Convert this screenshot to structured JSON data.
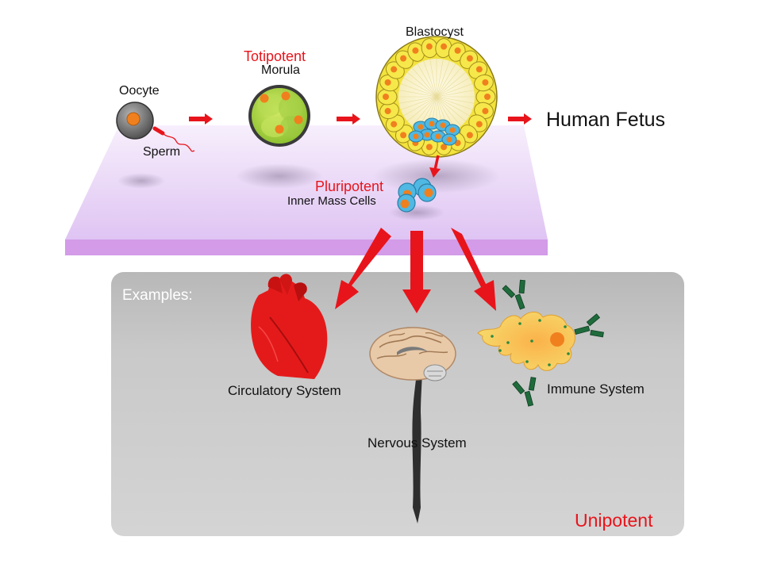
{
  "labels": {
    "oocyte": "Oocyte",
    "sperm": "Sperm",
    "totipotent": "Totipotent",
    "morula": "Morula",
    "blastocyst": "Blastocyst",
    "human_fetus": "Human Fetus",
    "pluripotent": "Pluripotent",
    "inner_mass": "Inner Mass Cells",
    "examples": "Examples:",
    "circulatory": "Circulatory System",
    "nervous": "Nervous System",
    "immune": "Immune System",
    "unipotent": "Unipotent"
  },
  "colors": {
    "accent_red": "#e8141b",
    "platform": "#e6d2f7",
    "panel": "#c8c8c8",
    "cell_yellow": "#f2e23c",
    "nucleus_orange": "#f0801e",
    "stem_blue": "#4fb8e3",
    "antibody_green": "#1f6b3c"
  }
}
